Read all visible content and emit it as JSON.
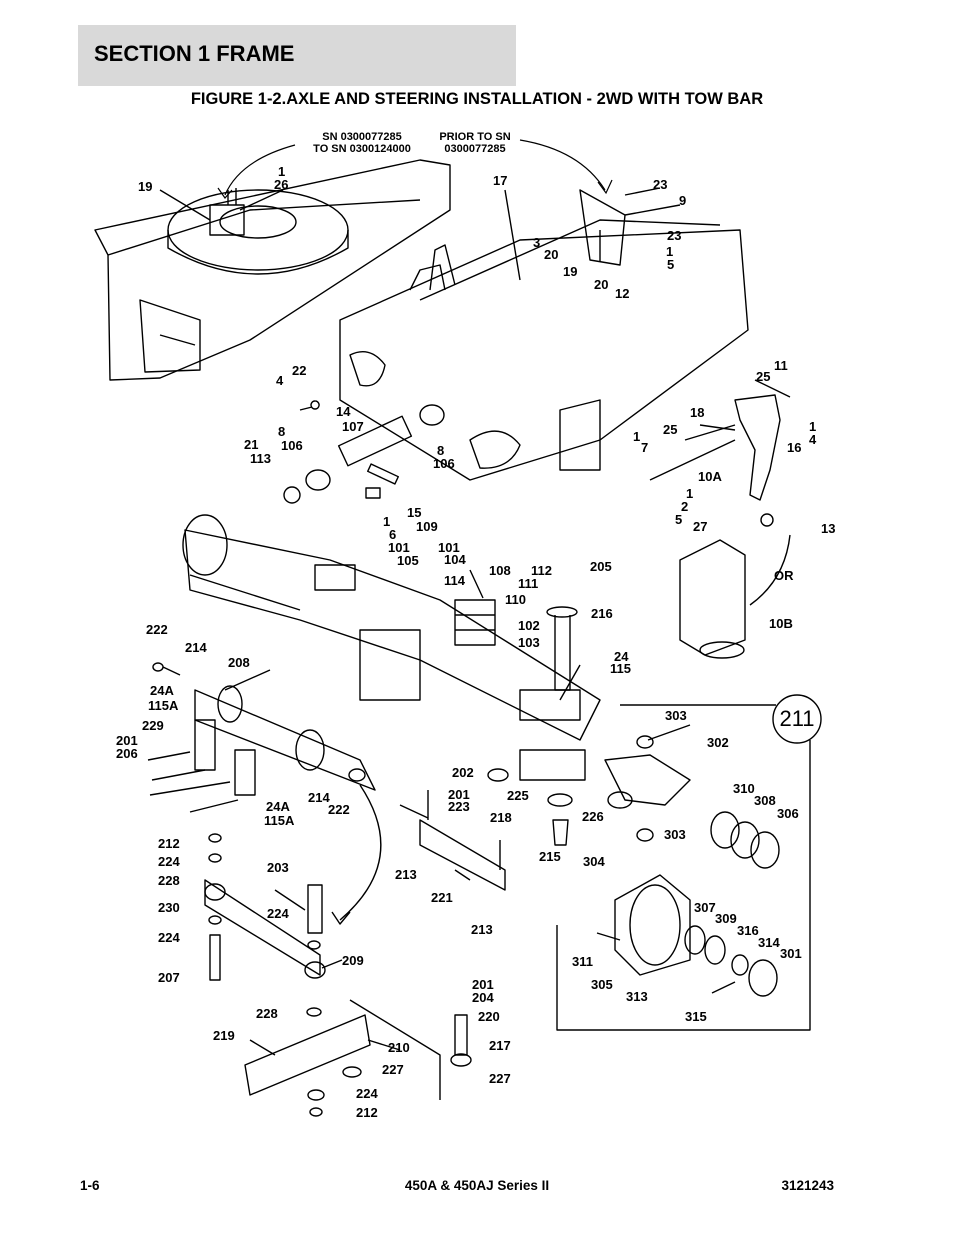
{
  "header": {
    "section": "SECTION 1  FRAME"
  },
  "figure_title": "FIGURE 1-2.AXLE AND STEERING INSTALLATION - 2WD WITH TOW BAR",
  "callouts": {
    "sn_range": [
      "SN 0300077285",
      "TO SN 0300124000"
    ],
    "prior": [
      "PRIOR TO SN",
      "0300077285"
    ],
    "detail": "211",
    "or": "OR"
  },
  "labels": [
    "19",
    "1",
    "26",
    "17",
    "23",
    "9",
    "3",
    "20",
    "23",
    "1",
    "5",
    "19",
    "20",
    "12",
    "11",
    "25",
    "4",
    "22",
    "14",
    "107",
    "8",
    "106",
    "21",
    "113",
    "8",
    "106",
    "18",
    "25",
    "1",
    "7",
    "1",
    "4",
    "16",
    "10A",
    "15",
    "109",
    "1",
    "6",
    "101",
    "105",
    "101",
    "104",
    "1",
    "2",
    "5",
    "27",
    "13",
    "114",
    "108",
    "112",
    "111",
    "205",
    "110",
    "102",
    "103",
    "216",
    "OR",
    "10B",
    "24",
    "115",
    "222",
    "214",
    "208",
    "24A",
    "115A",
    "229",
    "201",
    "206",
    "303",
    "302",
    "310",
    "308",
    "306",
    "202",
    "201",
    "223",
    "225",
    "218",
    "226",
    "303",
    "304",
    "215",
    "214",
    "222",
    "24A",
    "115A",
    "212",
    "224",
    "228",
    "230",
    "224",
    "207",
    "203",
    "224",
    "209",
    "213",
    "221",
    "213",
    "307",
    "309",
    "316",
    "314",
    "301",
    "311",
    "305",
    "313",
    "315",
    "201",
    "204",
    "220",
    "217",
    "227",
    "228",
    "219",
    "210",
    "227",
    "224",
    "212"
  ],
  "footer": {
    "page": "1-6",
    "model": "450A & 450AJ Series II",
    "doc_number": "3121243"
  }
}
